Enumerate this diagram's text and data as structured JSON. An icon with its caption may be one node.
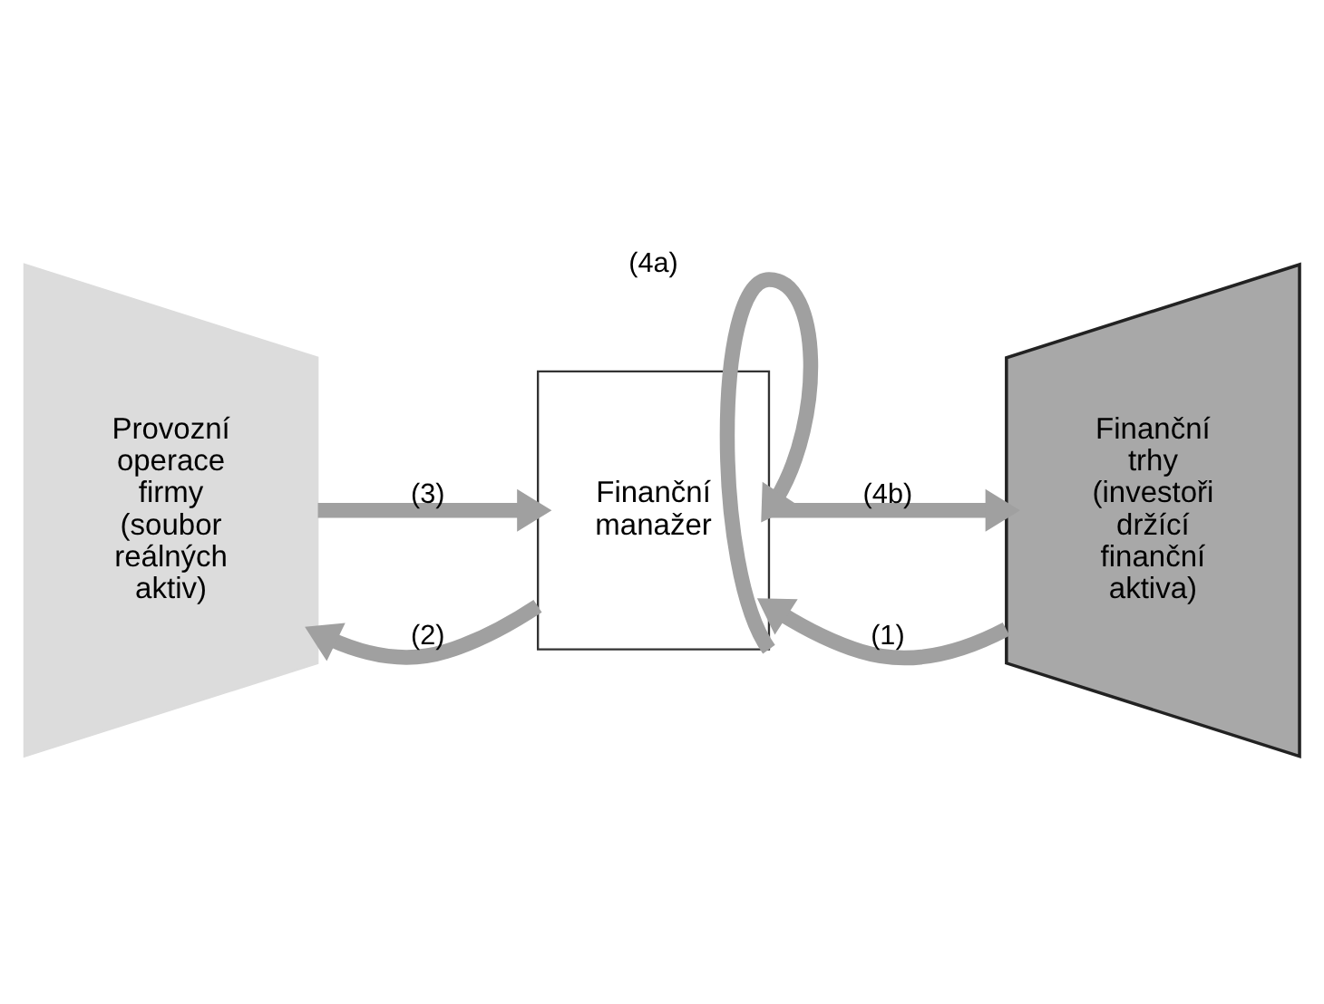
{
  "diagram": {
    "nodes": [
      {
        "text": [
          "Provozní operace firmy (soubor reálných aktiv)"
        ]
      },
      {
        "text": [
          "Finanční manažer"
        ]
      },
      {
        "text": [
          "Finanční trhy (investoři držící finanční aktiva)"
        ]
      }
    ],
    "edges": [
      {
        "from": 2,
        "to": 1,
        "arrow": "to",
        "label": "(1)"
      },
      {
        "from": 1,
        "to": 0,
        "arrow": "to",
        "label": "(2)"
      },
      {
        "from": 0,
        "to": 1,
        "arrow": "to",
        "label": "(3)"
      },
      {
        "from": 1,
        "to": 1,
        "arrow": "to",
        "label": "(4a)"
      },
      {
        "from": 1,
        "to": 2,
        "arrow": "to",
        "label": "(4b)"
      }
    ]
  }
}
